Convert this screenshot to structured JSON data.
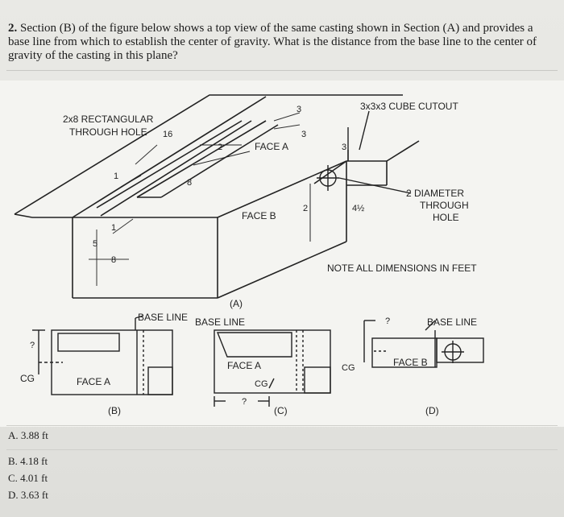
{
  "question": {
    "number": "2.",
    "text": "Section (B) of the figure below shows a top view of the same casting shown in Section (A) and provides a base line from which to establish the center of gravity. What is the distance from the base line to the center of gravity of the casting in this plane?"
  },
  "figure": {
    "labels": {
      "rect_hole": [
        "2x8 RECTANGULAR",
        "THROUGH HOLE"
      ],
      "cube_cutout": "3x3x3 CUBE CUTOUT",
      "diameter": [
        "2  DIAMETER",
        "THROUGH",
        "HOLE"
      ],
      "note": "NOTE ALL DIMENSIONS IN FEET",
      "face_a": "FACE A",
      "face_b": "FACE B",
      "base_line": "BASE LINE",
      "cg": "CG",
      "question_mark": "?",
      "section_a": "(A)",
      "section_b": "(B)",
      "section_c": "(C)",
      "section_d": "(D)"
    },
    "dimensions": {
      "d16": "16",
      "d2": "2",
      "d3a": "3",
      "d3b": "3",
      "d3c": "3",
      "d8": "8",
      "d1": "1",
      "d5": "5",
      "d1b": "1",
      "d8b": "8",
      "d2b": "2",
      "d4half": "4½"
    }
  },
  "options": [
    {
      "label": "A. 3.88 ft"
    },
    {
      "label": "B. 4.18 ft"
    },
    {
      "label": "C. 4.01 ft"
    },
    {
      "label": "D. 3.63 ft"
    }
  ]
}
